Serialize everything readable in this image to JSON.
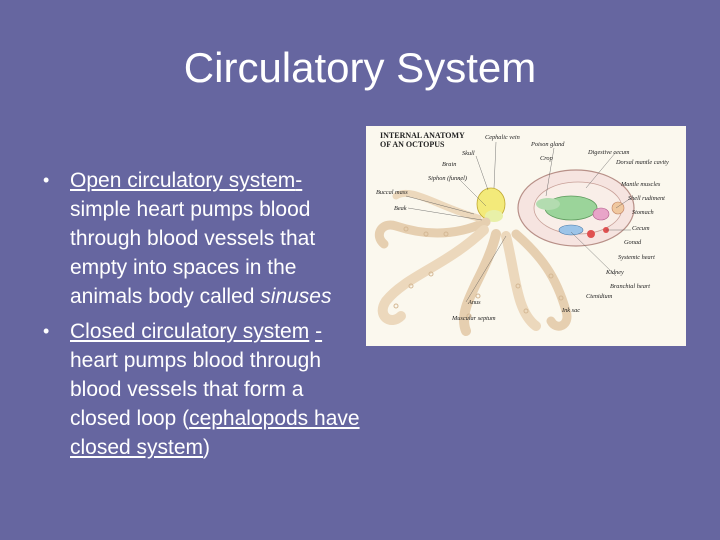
{
  "slide": {
    "title": "Circulatory System",
    "bullets": [
      {
        "term": "Open circulatory system",
        "dash": "-",
        "text": "simple heart pumps blood through blood vessels that empty into spaces in the animals body called",
        "emphasis": "sinuses"
      },
      {
        "term": "Closed circulatory system",
        "dash": "-",
        "text": " heart pumps blood through blood vessels that form a closed loop (",
        "link": "cephalopods have closed system",
        "close": ")"
      }
    ]
  },
  "figure": {
    "heading_line1": "INTERNAL ANATOMY",
    "heading_line2": "OF AN OCTOPUS",
    "labels": {
      "cephalic_vein": "Cephalic vein",
      "poison_gland": "Poison gland",
      "digestive_cecum": "Digestive cecum",
      "skull": "Skull",
      "crop": "Crop",
      "dorsal_mantle": "Dorsal mantle cavity",
      "brain": "Brain",
      "siphon": "Siphon (funnel)",
      "muscle_mantle": "Mantle muscles",
      "buccal_mass": "Buccal mass",
      "shell_rudiment": "Shell rudiment",
      "beak": "Beak",
      "stomach": "Stomach",
      "cecum": "Cecum",
      "gonad": "Gonad",
      "systemic_heart": "Systemic heart",
      "kidney": "Kidney",
      "branchial_heart": "Branchial heart",
      "anus": "Anus",
      "ctenidium": "Ctenidium",
      "muscular_septum": "Muscular septum",
      "ink_sac": "Ink sac"
    }
  },
  "colors": {
    "background": "#6666a0",
    "text": "#ffffff",
    "figure_bg": "#fbf8ee"
  }
}
